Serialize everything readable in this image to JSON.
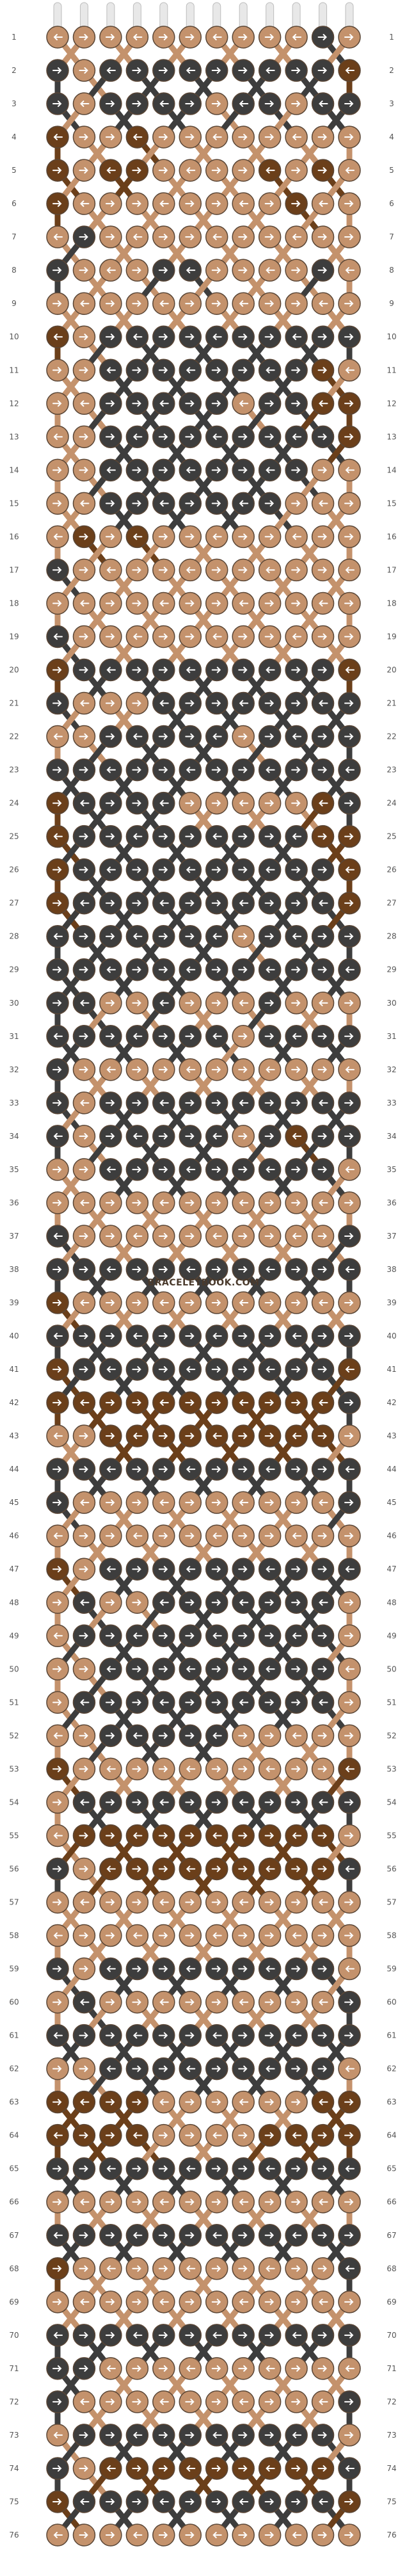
{
  "watermark": "BRACELETBOOK.COM",
  "row_numbers": [
    "1",
    "2",
    "3",
    "4",
    "5",
    "6",
    "7",
    "8",
    "9",
    "10",
    "11",
    "12",
    "13",
    "14",
    "15",
    "16",
    "17",
    "18",
    "19",
    "20",
    "21",
    "22",
    "23",
    "24",
    "25",
    "26",
    "27",
    "28",
    "29",
    "30",
    "31",
    "32",
    "33",
    "34",
    "35",
    "36",
    "37",
    "38",
    "39",
    "40",
    "41",
    "42",
    "43",
    "44",
    "45",
    "46",
    "47",
    "48",
    "49",
    "50",
    "51",
    "52",
    "53",
    "54",
    "55",
    "56",
    "57",
    "58",
    "59",
    "60",
    "61",
    "62",
    "63",
    "64",
    "65",
    "66",
    "67",
    "68",
    "69",
    "70",
    "71",
    "72",
    "73",
    "74",
    "75",
    "76"
  ],
  "strings": {
    "count": 12,
    "colors": [
      "#c4926c",
      "#c4926c",
      "#3d3d3d",
      "#3d3d3d",
      "#3d3d3d",
      "#c4926c",
      "#3d3d3d",
      "#c4926c",
      "#3d3d3d",
      "#3d3d3d",
      "#6b3f1a",
      "#3d3d3d"
    ]
  },
  "palette": {
    "tan": "#c4926c",
    "charcoal": "#3d3d3d",
    "brown": "#6b3f1a",
    "knot_outline": "#5a4636",
    "pin": "#e8e8e8"
  },
  "knots": {
    "rows": [
      [
        "T",
        "T",
        "T",
        "T",
        "T",
        "T",
        "T",
        "T",
        "T",
        "T",
        "C",
        "T"
      ],
      [
        "C",
        "T",
        "C",
        "C",
        "C",
        "C",
        "C",
        "C",
        "C",
        "C",
        "C",
        "B"
      ],
      [
        "C",
        "T",
        "C",
        "C",
        "C",
        "C",
        "T",
        "C",
        "C",
        "T",
        "C",
        "C"
      ],
      [
        "B",
        "T",
        "T",
        "B",
        "T",
        "T",
        "T",
        "T",
        "T",
        "T",
        "T",
        "T"
      ],
      [
        "B",
        "T",
        "B",
        "B",
        "T",
        "T",
        "T",
        "T",
        "B",
        "T",
        "B",
        "T"
      ],
      [
        "B",
        "T",
        "T",
        "T",
        "T",
        "T",
        "T",
        "T",
        "T",
        "B",
        "T",
        "T"
      ],
      [
        "T",
        "C",
        "T",
        "T",
        "T",
        "T",
        "T",
        "T",
        "T",
        "T",
        "T",
        "T"
      ],
      [
        "C",
        "T",
        "T",
        "T",
        "C",
        "C",
        "T",
        "T",
        "T",
        "T",
        "C",
        "T"
      ],
      [
        "T",
        "T",
        "T",
        "T",
        "T",
        "T",
        "T",
        "T",
        "T",
        "T",
        "T",
        "T"
      ],
      [
        "B",
        "T",
        "C",
        "C",
        "C",
        "C",
        "C",
        "C",
        "C",
        "C",
        "C",
        "C"
      ],
      [
        "T",
        "T",
        "C",
        "C",
        "C",
        "C",
        "C",
        "C",
        "C",
        "C",
        "B",
        "T"
      ],
      [
        "T",
        "T",
        "C",
        "C",
        "C",
        "C",
        "C",
        "T",
        "C",
        "C",
        "B",
        "B"
      ],
      [
        "T",
        "T",
        "C",
        "C",
        "C",
        "C",
        "C",
        "C",
        "C",
        "C",
        "C",
        "B"
      ],
      [
        "T",
        "T",
        "C",
        "C",
        "C",
        "C",
        "C",
        "C",
        "C",
        "C",
        "T",
        "T"
      ],
      [
        "T",
        "T",
        "C",
        "C",
        "C",
        "C",
        "C",
        "C",
        "C",
        "T",
        "T",
        "T"
      ],
      [
        "T",
        "B",
        "T",
        "B",
        "T",
        "T",
        "T",
        "T",
        "T",
        "T",
        "T",
        "T"
      ],
      [
        "C",
        "T",
        "T",
        "T",
        "T",
        "T",
        "T",
        "T",
        "T",
        "T",
        "T",
        "T"
      ],
      [
        "T",
        "T",
        "T",
        "T",
        "T",
        "T",
        "T",
        "T",
        "T",
        "T",
        "T",
        "T"
      ],
      [
        "C",
        "T",
        "T",
        "T",
        "T",
        "T",
        "T",
        "T",
        "T",
        "T",
        "T",
        "T"
      ],
      [
        "B",
        "C",
        "C",
        "C",
        "C",
        "C",
        "C",
        "C",
        "C",
        "C",
        "C",
        "B"
      ],
      [
        "C",
        "T",
        "T",
        "T",
        "C",
        "C",
        "C",
        "C",
        "C",
        "C",
        "C",
        "C"
      ],
      [
        "T",
        "T",
        "C",
        "C",
        "C",
        "C",
        "C",
        "T",
        "C",
        "C",
        "C",
        "C"
      ],
      [
        "C",
        "C",
        "C",
        "C",
        "C",
        "C",
        "C",
        "C",
        "C",
        "C",
        "C",
        "C"
      ],
      [
        "B",
        "C",
        "C",
        "C",
        "C",
        "T",
        "T",
        "T",
        "T",
        "T",
        "B",
        "C"
      ],
      [
        "B",
        "C",
        "C",
        "C",
        "C",
        "C",
        "C",
        "C",
        "C",
        "C",
        "B",
        "B"
      ],
      [
        "B",
        "C",
        "C",
        "C",
        "C",
        "C",
        "C",
        "C",
        "C",
        "C",
        "C",
        "B"
      ],
      [
        "B",
        "C",
        "C",
        "C",
        "C",
        "C",
        "C",
        "C",
        "C",
        "C",
        "C",
        "B"
      ],
      [
        "C",
        "C",
        "C",
        "C",
        "C",
        "C",
        "C",
        "T",
        "C",
        "C",
        "C",
        "C"
      ],
      [
        "C",
        "C",
        "C",
        "C",
        "C",
        "C",
        "C",
        "C",
        "C",
        "C",
        "C",
        "C"
      ],
      [
        "C",
        "C",
        "T",
        "T",
        "C",
        "T",
        "T",
        "T",
        "C",
        "T",
        "T",
        "T"
      ],
      [
        "C",
        "C",
        "C",
        "C",
        "C",
        "C",
        "C",
        "T",
        "C",
        "C",
        "C",
        "C"
      ],
      [
        "C",
        "T",
        "T",
        "T",
        "T",
        "T",
        "T",
        "T",
        "T",
        "T",
        "T",
        "T"
      ],
      [
        "C",
        "T",
        "C",
        "C",
        "C",
        "C",
        "C",
        "C",
        "C",
        "C",
        "C",
        "C"
      ],
      [
        "C",
        "T",
        "C",
        "C",
        "C",
        "C",
        "C",
        "T",
        "C",
        "B",
        "C",
        "C"
      ],
      [
        "T",
        "T",
        "C",
        "C",
        "C",
        "C",
        "C",
        "C",
        "C",
        "C",
        "C",
        "T"
      ],
      [
        "T",
        "T",
        "T",
        "T",
        "T",
        "T",
        "T",
        "T",
        "T",
        "T",
        "T",
        "T"
      ],
      [
        "C",
        "T",
        "T",
        "T",
        "T",
        "T",
        "T",
        "T",
        "T",
        "T",
        "T",
        "C"
      ],
      [
        "C",
        "C",
        "C",
        "C",
        "C",
        "C",
        "C",
        "C",
        "C",
        "C",
        "C",
        "C"
      ],
      [
        "B",
        "T",
        "T",
        "T",
        "T",
        "T",
        "T",
        "T",
        "T",
        "T",
        "T",
        "T"
      ],
      [
        "C",
        "C",
        "C",
        "C",
        "C",
        "C",
        "C",
        "C",
        "C",
        "C",
        "C",
        "C"
      ],
      [
        "B",
        "C",
        "C",
        "C",
        "C",
        "C",
        "C",
        "C",
        "C",
        "C",
        "C",
        "B"
      ],
      [
        "B",
        "B",
        "B",
        "B",
        "B",
        "B",
        "B",
        "B",
        "B",
        "B",
        "B",
        "C"
      ],
      [
        "T",
        "T",
        "B",
        "B",
        "B",
        "B",
        "B",
        "B",
        "B",
        "B",
        "B",
        "T"
      ],
      [
        "C",
        "C",
        "C",
        "C",
        "C",
        "C",
        "C",
        "C",
        "C",
        "C",
        "C",
        "C"
      ],
      [
        "C",
        "T",
        "T",
        "T",
        "T",
        "T",
        "T",
        "T",
        "T",
        "T",
        "T",
        "C"
      ],
      [
        "T",
        "T",
        "T",
        "T",
        "T",
        "T",
        "T",
        "T",
        "T",
        "T",
        "T",
        "T"
      ],
      [
        "B",
        "T",
        "C",
        "C",
        "C",
        "C",
        "C",
        "C",
        "C",
        "C",
        "C",
        "C"
      ],
      [
        "T",
        "C",
        "T",
        "T",
        "C",
        "C",
        "C",
        "C",
        "C",
        "C",
        "C",
        "T"
      ],
      [
        "T",
        "C",
        "C",
        "C",
        "C",
        "C",
        "C",
        "C",
        "C",
        "C",
        "C",
        "T"
      ],
      [
        "T",
        "T",
        "C",
        "C",
        "C",
        "C",
        "C",
        "C",
        "C",
        "C",
        "C",
        "T"
      ],
      [
        "T",
        "C",
        "C",
        "C",
        "C",
        "C",
        "C",
        "C",
        "C",
        "C",
        "C",
        "T"
      ],
      [
        "T",
        "T",
        "C",
        "C",
        "C",
        "C",
        "C",
        "T",
        "T",
        "T",
        "T",
        "T"
      ],
      [
        "B",
        "T",
        "T",
        "T",
        "T",
        "T",
        "T",
        "T",
        "T",
        "T",
        "T",
        "B"
      ],
      [
        "T",
        "C",
        "C",
        "C",
        "C",
        "C",
        "C",
        "C",
        "C",
        "C",
        "C",
        "C"
      ],
      [
        "T",
        "B",
        "B",
        "B",
        "B",
        "B",
        "B",
        "B",
        "B",
        "B",
        "B",
        "T"
      ],
      [
        "C",
        "T",
        "B",
        "B",
        "B",
        "B",
        "B",
        "B",
        "B",
        "B",
        "B",
        "C"
      ],
      [
        "T",
        "T",
        "T",
        "T",
        "T",
        "T",
        "T",
        "T",
        "T",
        "T",
        "T",
        "T"
      ],
      [
        "T",
        "T",
        "T",
        "T",
        "T",
        "T",
        "T",
        "T",
        "T",
        "T",
        "T",
        "T"
      ],
      [
        "C",
        "T",
        "C",
        "C",
        "C",
        "C",
        "C",
        "C",
        "C",
        "C",
        "C",
        "T"
      ],
      [
        "T",
        "C",
        "T",
        "T",
        "T",
        "T",
        "T",
        "T",
        "T",
        "T",
        "T",
        "C"
      ],
      [
        "C",
        "C",
        "C",
        "C",
        "C",
        "C",
        "C",
        "C",
        "C",
        "C",
        "C",
        "C"
      ],
      [
        "T",
        "T",
        "C",
        "C",
        "C",
        "C",
        "C",
        "C",
        "C",
        "C",
        "C",
        "T"
      ],
      [
        "B",
        "B",
        "B",
        "B",
        "T",
        "T",
        "T",
        "T",
        "T",
        "T",
        "B",
        "B"
      ],
      [
        "B",
        "B",
        "B",
        "B",
        "T",
        "T",
        "T",
        "T",
        "B",
        "B",
        "B",
        "B"
      ],
      [
        "C",
        "C",
        "C",
        "C",
        "C",
        "C",
        "C",
        "C",
        "C",
        "C",
        "C",
        "C"
      ],
      [
        "T",
        "T",
        "T",
        "T",
        "T",
        "T",
        "T",
        "T",
        "T",
        "T",
        "T",
        "T"
      ],
      [
        "C",
        "C",
        "C",
        "C",
        "C",
        "C",
        "C",
        "C",
        "C",
        "C",
        "C",
        "C"
      ],
      [
        "B",
        "T",
        "T",
        "T",
        "T",
        "T",
        "T",
        "T",
        "T",
        "T",
        "T",
        "C"
      ],
      [
        "T",
        "T",
        "T",
        "T",
        "T",
        "T",
        "T",
        "T",
        "T",
        "T",
        "T",
        "T"
      ],
      [
        "C",
        "C",
        "C",
        "C",
        "C",
        "C",
        "C",
        "C",
        "C",
        "C",
        "C",
        "C"
      ],
      [
        "C",
        "C",
        "T",
        "T",
        "T",
        "T",
        "T",
        "T",
        "T",
        "T",
        "T",
        "T"
      ],
      [
        "C",
        "T",
        "T",
        "T",
        "T",
        "T",
        "T",
        "T",
        "T",
        "T",
        "T",
        "C"
      ],
      [
        "T",
        "C",
        "C",
        "C",
        "C",
        "C",
        "C",
        "C",
        "C",
        "C",
        "C",
        "T"
      ],
      [
        "C",
        "T",
        "B",
        "B",
        "B",
        "B",
        "B",
        "B",
        "B",
        "B",
        "B",
        "C"
      ],
      [
        "B",
        "C",
        "C",
        "C",
        "C",
        "C",
        "C",
        "C",
        "C",
        "C",
        "C",
        "B"
      ],
      [
        "T",
        "T",
        "T",
        "T",
        "T",
        "T",
        "T",
        "T",
        "T",
        "T",
        "T",
        "T"
      ]
    ]
  }
}
